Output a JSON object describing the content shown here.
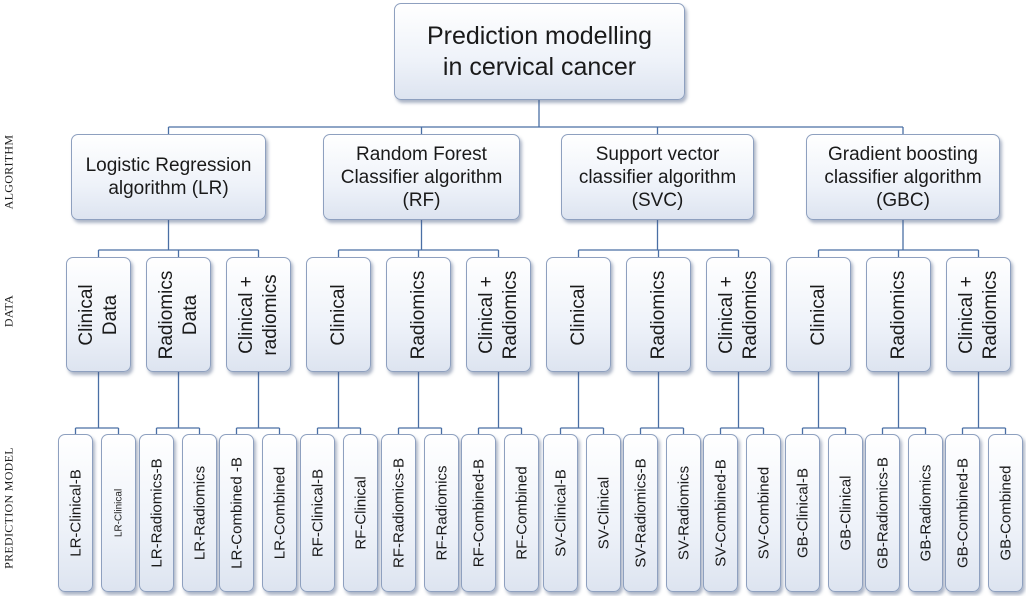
{
  "root": {
    "line1": "Prediction modelling",
    "line2": "in cervical cancer"
  },
  "row_labels": {
    "algorithm": "ALGORITHM",
    "data": "DATA",
    "prediction": "PREDICTION MODEL"
  },
  "algorithms": [
    {
      "lines": [
        "Logistic Regression",
        "algorithm (LR)"
      ]
    },
    {
      "lines": [
        "Random Forest",
        "Classifier algorithm",
        "(RF)"
      ]
    },
    {
      "lines": [
        "Support vector",
        "classifier algorithm",
        "(SVC)"
      ]
    },
    {
      "lines": [
        "Gradient boosting",
        "classifier algorithm",
        "(GBC)"
      ]
    }
  ],
  "data_nodes": [
    {
      "lines": [
        "Clinical",
        "Data"
      ]
    },
    {
      "lines": [
        "Radiomics",
        "Data"
      ]
    },
    {
      "lines": [
        "Clinical +",
        "radiomics"
      ]
    },
    {
      "lines": [
        "Clinical"
      ]
    },
    {
      "lines": [
        "Radiomics"
      ]
    },
    {
      "lines": [
        "Clinical +",
        "Radiomics"
      ]
    },
    {
      "lines": [
        "Clinical"
      ]
    },
    {
      "lines": [
        "Radiomics"
      ]
    },
    {
      "lines": [
        "Clinical +",
        "Radiomics"
      ]
    },
    {
      "lines": [
        "Clinical"
      ]
    },
    {
      "lines": [
        "Radiomics"
      ]
    },
    {
      "lines": [
        "Clinical +",
        "Radiomics"
      ]
    }
  ],
  "models": [
    "LR-Clinical-B",
    "LR-Clinical",
    "LR-Radiomics-B",
    "LR-Radiomics",
    "LR-Combined -B",
    "LR-Combined",
    "RF-Clinical-B",
    "RF-Clinical",
    "RF-Radiomics-B",
    "RF-Radiomics",
    "RF-Combined-B",
    "RF-Combined",
    "SV-Clinical-B",
    "SV-Clinical",
    "SV-Radiomics-B",
    "SV-Radiomics",
    "SV-Combined-B",
    "SV-Combined",
    "GB-Clinical-B",
    "GB-Clinical",
    "GB-Radiomics-B",
    "GB-Radiomics",
    "GB-Combined-B",
    "GB-Combined"
  ],
  "colors": {
    "line": "#4a6fa5",
    "border": "#8ea0bf",
    "fill": "#eef2f9"
  }
}
